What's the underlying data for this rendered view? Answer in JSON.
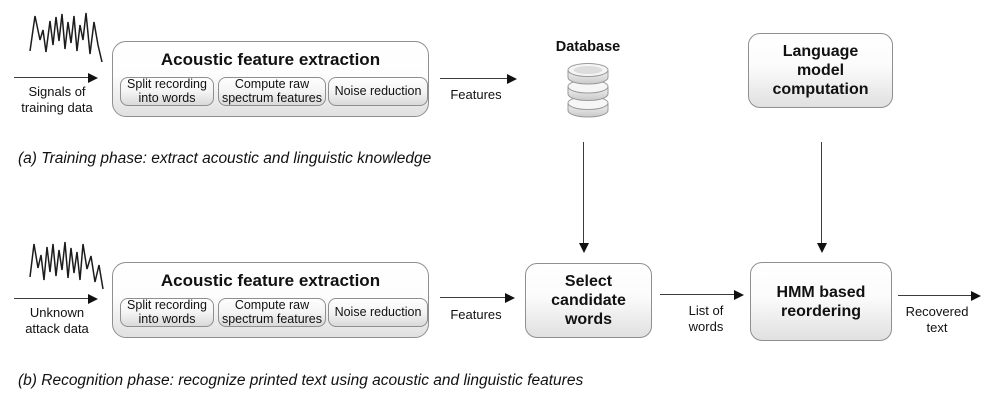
{
  "colors": {
    "box_border": "#8f8f8f",
    "box_gradient_top": "#ffffff",
    "box_gradient_bottom": "#e0e0e0",
    "line": "#3c3c3c",
    "arrowhead": "#111111",
    "text": "#111111"
  },
  "icons": {
    "training_signal": "waveform-icon",
    "attack_signal": "waveform-icon",
    "database": "database-cylinder-icon"
  },
  "training": {
    "input_label": "Signals of\ntraining data",
    "afe_title": "Acoustic feature extraction",
    "afe_steps": [
      "Split recording\ninto words",
      "Compute raw\nspectrum features",
      "Noise reduction"
    ],
    "features_label": "Features",
    "database_label": "Database",
    "language_model_box": "Language\nmodel\ncomputation",
    "caption": "(a) Training phase: extract acoustic and linguistic knowledge"
  },
  "recognition": {
    "input_label": "Unknown\nattack data",
    "afe_title": "Acoustic feature extraction",
    "afe_steps": [
      "Split recording\ninto words",
      "Compute raw\nspectrum features",
      "Noise reduction"
    ],
    "features_label": "Features",
    "select_candidate_box": "Select\ncandidate\nwords",
    "list_of_words_label": "List of\nwords",
    "hmm_box": "HMM based\nreordering",
    "recovered_label": "Recovered\ntext",
    "caption": "(b) Recognition phase: recognize printed text using acoustic and linguistic features"
  }
}
